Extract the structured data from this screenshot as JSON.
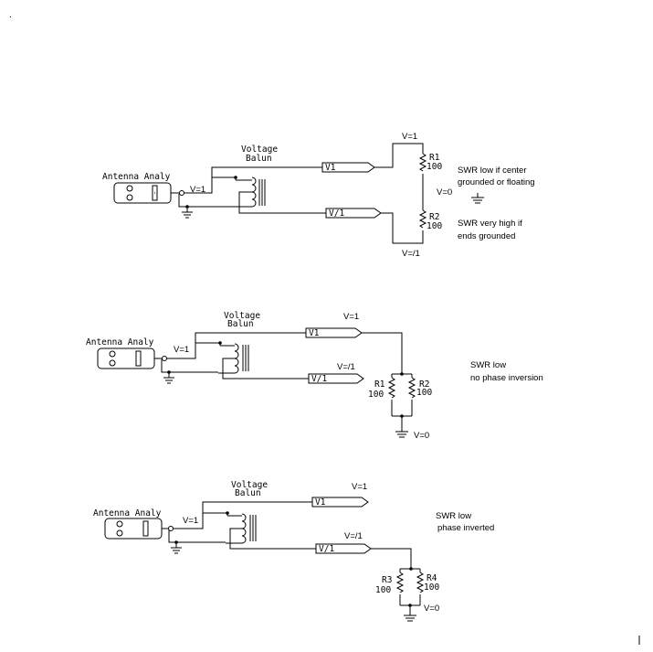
{
  "circuits": [
    {
      "device": "Antenna Analy",
      "title_line1": "Voltage",
      "title_line2": "Balun",
      "source_v": "V=1",
      "port_top": "V1",
      "port_bottom": "V/1",
      "v_top": "V=1",
      "v_mid": "V=0",
      "v_bottom": "V=/1",
      "r1_name": "R1",
      "r1_val": "100",
      "r2_name": "R2",
      "r2_val": "100",
      "note1_l1": "SWR low if center",
      "note1_l2": "grounded or floating",
      "note2_l1": "SWR very high if",
      "note2_l2": "ends grounded"
    },
    {
      "device": "Antenna Analy",
      "title_line1": "Voltage",
      "title_line2": "Balun",
      "source_v": "V=1",
      "port_top": "V1",
      "port_bottom": "V/1",
      "v_top": "V=1",
      "v_bottom": "V=/1",
      "v_gnd": "V=0",
      "r1_name": "R1",
      "r1_val": "100",
      "r2_name": "R2",
      "r2_val": "100",
      "note_l1": "SWR low",
      "note_l2": "no phase inversion"
    },
    {
      "device": "Antenna Analy",
      "title_line1": "Voltage",
      "title_line2": "Balun",
      "source_v": "V=1",
      "port_top": "V1",
      "port_bottom": "V/1",
      "v_top": "V=1",
      "v_bottom": "V=/1",
      "v_gnd": "V=0",
      "r1_name": "R3",
      "r1_val": "100",
      "r2_name": "R4",
      "r2_val": "100",
      "note_l1": "SWR low",
      "note_l2": "phase inverted"
    }
  ]
}
